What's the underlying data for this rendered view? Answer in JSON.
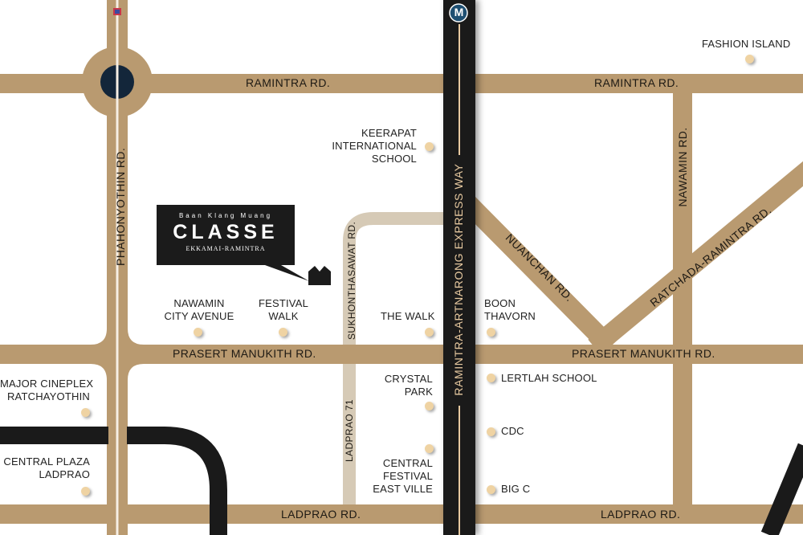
{
  "brand": {
    "tagline": "Baan Klang Muang",
    "name": "CLASSE",
    "subtitle": "EKKAMAI-RAMINTRA"
  },
  "colors": {
    "road": "#b99a70",
    "expressway": "#1a1a1a",
    "expressway_line": "#e7c9a0",
    "minor_road": "#d6cab6",
    "poi": "#efd3a3",
    "roundabout_center": "#13263a",
    "metro_badge": "#1e4f72"
  },
  "metro": {
    "icon_label": "M"
  },
  "roads": {
    "ramintra_left": "RAMINTRA RD.",
    "ramintra_right": "RAMINTRA RD.",
    "phahonyothin": "PHAHONYOTHIN RD.",
    "expressway": "RAMINTRA-ARTNARONG EXPRESS WAY",
    "nawamin": "NAWAMIN RD.",
    "nuanchan": "NUANCHAN RD.",
    "ratchada_ramintra": "RATCHADA-RAMINTRA RD.",
    "sukhonthasawat": "SUKHONTHASAWAT RD.",
    "ladprao71": "LADPRAO 71",
    "prasert_left": "PRASERT MANUKITH RD.",
    "prasert_right": "PRASERT MANUKITH RD.",
    "ladprao_left": "LADPRAO RD.",
    "ladprao_right": "LADPRAO RD."
  },
  "places": {
    "fashion_island": "FASHION ISLAND",
    "keerapat": [
      "KEERAPAT",
      "INTERNATIONAL",
      "SCHOOL"
    ],
    "nawamin_city": [
      "NAWAMIN",
      "CITY AVENUE"
    ],
    "festival_walk": [
      "FESTIVAL",
      "WALK"
    ],
    "the_walk": "THE WALK",
    "boon_thavorn": [
      "BOON",
      "THAVORN"
    ],
    "major_cineplex": [
      "MAJOR CINEPLEX",
      "RATCHAYOTHIN"
    ],
    "crystal_park": [
      "CRYSTAL",
      "PARK"
    ],
    "lertlah": "LERTLAH SCHOOL",
    "cdc": "CDC",
    "central_plaza": [
      "CENTRAL PLAZA",
      "LADPRAO"
    ],
    "central_festival": [
      "CENTRAL",
      "FESTIVAL",
      "EAST VILLE"
    ],
    "big_c": "BIG C"
  }
}
